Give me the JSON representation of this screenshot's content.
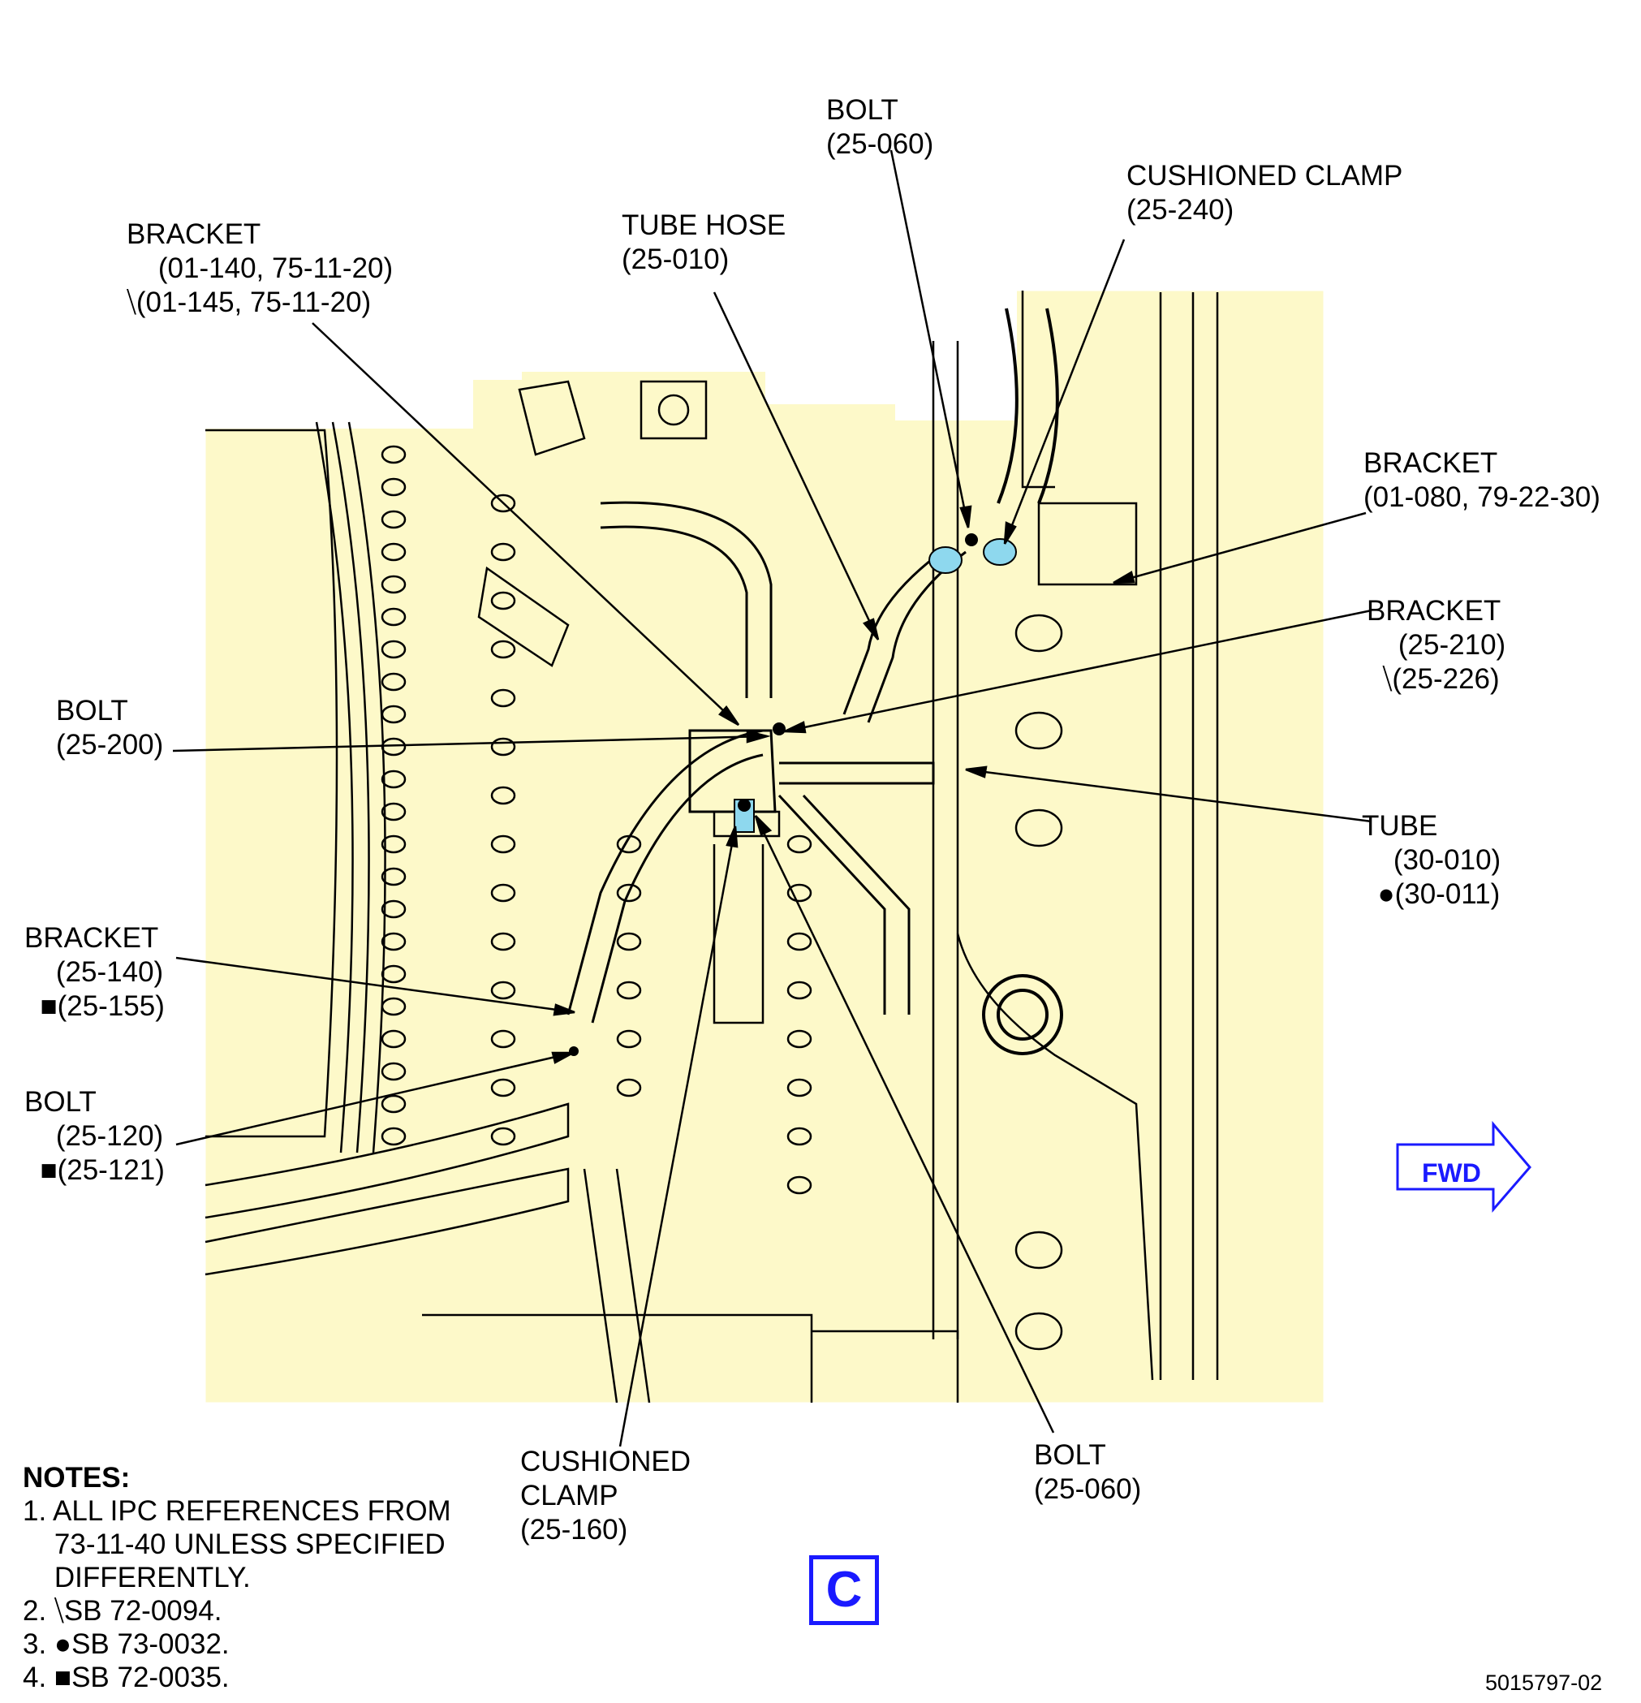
{
  "labels": {
    "bolt_top": {
      "name": "BOLT",
      "ref": "(25-060)"
    },
    "cushioned_clamp_top": {
      "name": "CUSHIONED CLAMP",
      "ref": "(25-240)"
    },
    "tube_hose": {
      "name": "TUBE HOSE",
      "ref": "(25-010)"
    },
    "bracket_01140": {
      "name": "BRACKET",
      "ref1": "(01-140, 75-11-20)",
      "ref2": "(01-145, 75-11-20)"
    },
    "bracket_01080": {
      "name": "BRACKET",
      "ref": "(01-080, 79-22-30)"
    },
    "bracket_25210": {
      "name": "BRACKET",
      "ref1": "(25-210)",
      "ref2": "(25-226)"
    },
    "bolt_25200": {
      "name": "BOLT",
      "ref": "(25-200)"
    },
    "tube": {
      "name": "TUBE",
      "ref1": "(30-010)",
      "ref2": "(30-011)"
    },
    "bracket_25140": {
      "name": "BRACKET",
      "ref1": "(25-140)",
      "ref2": "(25-155)"
    },
    "bolt_25120": {
      "name": "BOLT",
      "ref1": "(25-120)",
      "ref2": "(25-121)"
    },
    "cushioned_clamp_bottom": {
      "name1": "CUSHIONED",
      "name2": "CLAMP",
      "ref": "(25-160)"
    },
    "bolt_bottom": {
      "name": "BOLT",
      "ref": "(25-060)"
    }
  },
  "symbols": {
    "triangle": "⧹",
    "circle": "●",
    "square": "■"
  },
  "notes": {
    "heading": "NOTES:",
    "n1a": "1. ALL IPC REFERENCES FROM",
    "n1b": "    73-11-40 UNLESS SPECIFIED",
    "n1c": "    DIFFERENTLY.",
    "n2": "2. ",
    "n2t": "SB 72-0094.",
    "n3": "3. ",
    "n3t": "SB 73-0032.",
    "n4": "4. ",
    "n4t": "SB 72-0035."
  },
  "view_letter": "C",
  "fwd_label": "FWD",
  "figure_number": "5015797-02",
  "colors": {
    "background": "#fdf9c9",
    "line": "#000000",
    "highlight": "#8ed8ee",
    "accent": "#1a1aff"
  }
}
